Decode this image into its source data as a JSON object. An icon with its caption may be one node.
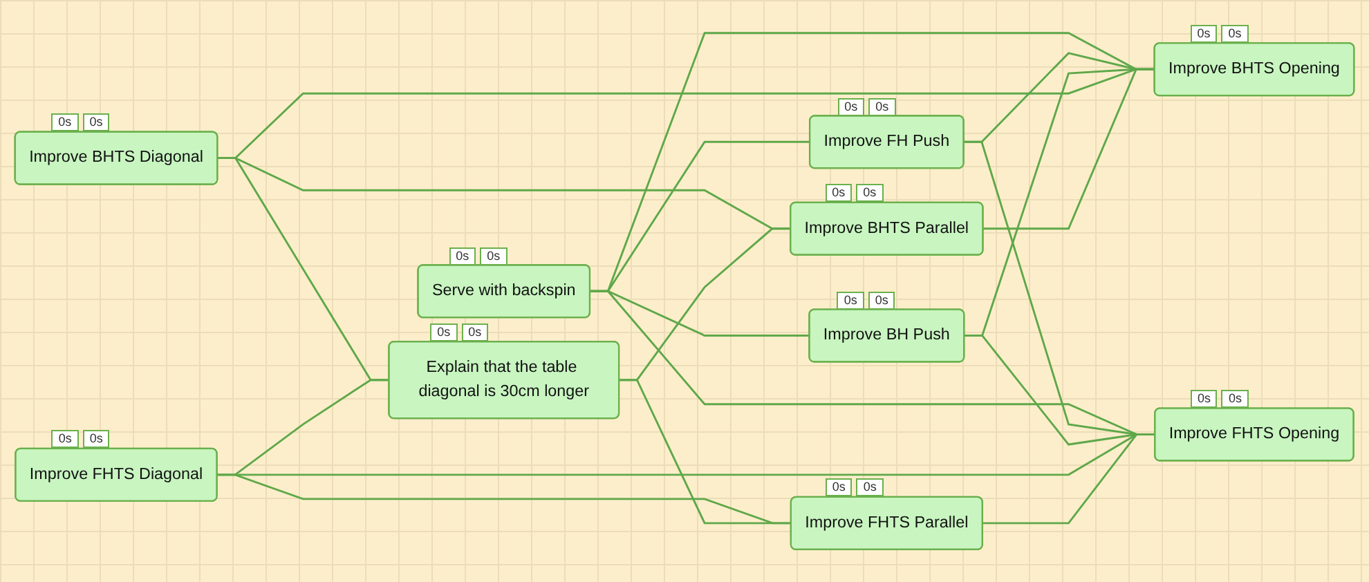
{
  "diagram": {
    "nodes": [
      {
        "text": [
          "Improve FH Push"
        ],
        "beside": [
          "0s",
          "0s"
        ]
      },
      {
        "text": [
          "Improve BH Push"
        ],
        "beside": [
          "0s",
          "0s"
        ]
      },
      {
        "text": [
          "Serve with backspin"
        ],
        "beside": [
          "0s",
          "0s"
        ]
      },
      {
        "text": [
          "Improve FHTS Opening"
        ],
        "beside": [
          "0s",
          "0s"
        ]
      },
      {
        "text": [
          "Improve BHTS Diagonal"
        ],
        "beside": [
          "0s",
          "0s"
        ]
      },
      {
        "text": [
          "Improve BHTS Opening"
        ],
        "beside": [
          "0s",
          "0s"
        ]
      },
      {
        "text": [
          "Improve FHTS Diagonal"
        ],
        "beside": [
          "0s",
          "0s"
        ]
      },
      {
        "text": [
          "Improve BHTS Parallel"
        ],
        "beside": [
          "0s",
          "0s"
        ]
      },
      {
        "text": [
          "Improve FHTS Parallel"
        ],
        "beside": [
          "0s",
          "0s"
        ]
      },
      {
        "text": [
          "Explain that the table diagonal is 30cm longer"
        ],
        "beside": [
          "0s",
          "0s"
        ]
      }
    ],
    "edges": [
      {
        "from": 2,
        "to": 0,
        "arrow": "none"
      },
      {
        "from": 2,
        "to": 1,
        "arrow": "none"
      },
      {
        "from": 2,
        "to": 3,
        "arrow": "none"
      },
      {
        "from": 2,
        "to": 5,
        "arrow": "none"
      },
      {
        "from": 0,
        "to": 3,
        "arrow": "none"
      },
      {
        "from": 0,
        "to": 5,
        "arrow": "none"
      },
      {
        "from": 1,
        "to": 3,
        "arrow": "none"
      },
      {
        "from": 1,
        "to": 5,
        "arrow": "none"
      },
      {
        "from": 4,
        "to": 5,
        "arrow": "none"
      },
      {
        "from": 4,
        "to": 7,
        "arrow": "none"
      },
      {
        "from": 4,
        "to": 9,
        "arrow": "none"
      },
      {
        "from": 6,
        "to": 3,
        "arrow": "none"
      },
      {
        "from": 6,
        "to": 8,
        "arrow": "none"
      },
      {
        "from": 6,
        "to": 9,
        "arrow": "none"
      },
      {
        "from": 9,
        "to": 7,
        "arrow": "none"
      },
      {
        "from": 9,
        "to": 8,
        "arrow": "none"
      },
      {
        "from": 7,
        "to": 5,
        "arrow": "none"
      },
      {
        "from": 8,
        "to": 3,
        "arrow": "none"
      }
    ]
  }
}
